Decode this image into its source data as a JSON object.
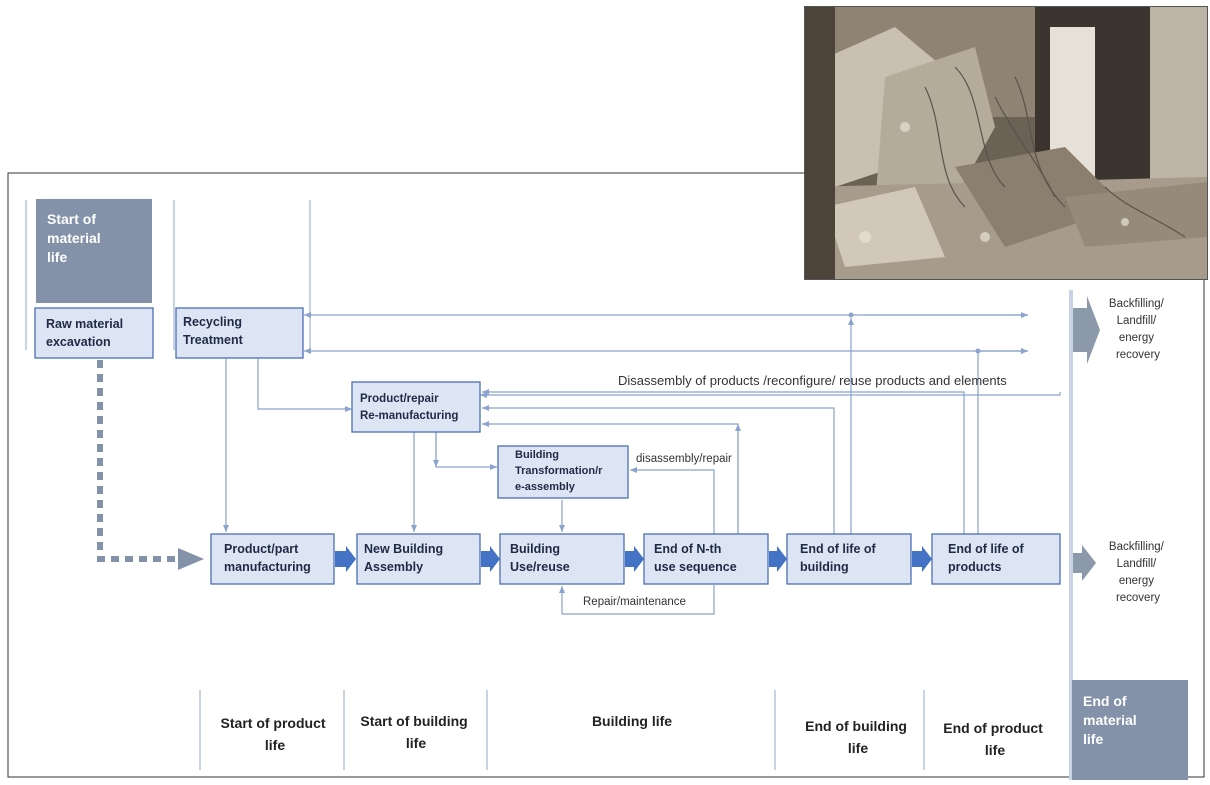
{
  "diagram": {
    "corner_headers": {
      "start_material_life": [
        "Start of",
        "material",
        "life"
      ],
      "end_material_life": [
        "End of",
        "material",
        "life"
      ]
    },
    "process_boxes": {
      "raw_material": [
        "Raw material",
        "excavation"
      ],
      "recycling": [
        "Recycling",
        "Treatment"
      ],
      "remanufacturing": [
        "Product/repair",
        "Re-manufacturing"
      ],
      "transformation": [
        "Building",
        "Transformation/r",
        "e-assembly"
      ],
      "product_manufacturing": [
        "Product/part",
        "manufacturing"
      ],
      "new_building_assembly": [
        "New Building",
        "Assembly"
      ],
      "building_use": [
        "Building",
        "Use/reuse"
      ],
      "end_nth_use": [
        "End of N-th",
        "use sequence"
      ],
      "end_life_building": [
        "End of life of",
        "building"
      ],
      "end_life_products": [
        "End of life of",
        "products"
      ]
    },
    "flow_labels": {
      "disassembly_products": "Disassembly of products /reconfigure/ reuse products and elements",
      "disassembly_repair": "disassembly/repair",
      "repair_maintenance": "Repair/maintenance"
    },
    "outcomes": {
      "top": [
        "Backfilling/",
        "Landfill/",
        "energy",
        "recovery"
      ],
      "bottom": [
        "Backfilling/",
        "Landfill/",
        "energy",
        "recovery"
      ]
    },
    "phases": {
      "start_product_life": [
        "Start of product",
        "life"
      ],
      "start_building_life": [
        "Start of building",
        "life"
      ],
      "building_life": [
        "Building life"
      ],
      "end_building_life": [
        "End of building",
        "life"
      ],
      "end_product_life": [
        "End of product",
        "life"
      ]
    },
    "colors": {
      "box_fill": "#dde5f4",
      "box_stroke": "#4a6fb5",
      "header_fill": "#8391a9",
      "arrow": "#4472c4",
      "connector": "#8aa3cf",
      "outcome_arrow": "#8c99aa",
      "divider": "#c9d3e6"
    }
  },
  "photo": {
    "subject": "collapsed-building-rubble"
  }
}
